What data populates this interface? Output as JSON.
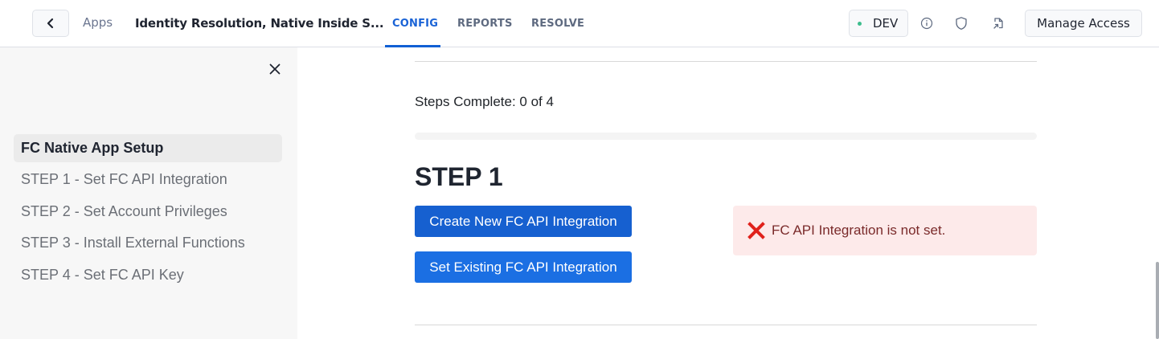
{
  "header": {
    "back_icon": "chevron-left-icon",
    "breadcrumb": {
      "apps": "Apps",
      "title": "Identity Resolution, Native Inside S..."
    },
    "tabs": [
      {
        "label": "CONFIG",
        "active": true
      },
      {
        "label": "REPORTS",
        "active": false
      },
      {
        "label": "RESOLVE",
        "active": false
      }
    ],
    "environment": {
      "label": "DEV",
      "status_color": "#3dbd8d"
    },
    "icons": [
      "info-icon",
      "shield-icon",
      "file-export-icon"
    ],
    "manage_access_label": "Manage Access"
  },
  "sidebar": {
    "close_icon": "close-icon",
    "items": [
      {
        "label": "FC Native App Setup",
        "active": true
      },
      {
        "label": "STEP 1 - Set FC API Integration",
        "active": false
      },
      {
        "label": "STEP 2 - Set Account Privileges",
        "active": false
      },
      {
        "label": "STEP 3 - Install External Functions",
        "active": false
      },
      {
        "label": "STEP 4 - Set FC API Key",
        "active": false
      }
    ]
  },
  "main": {
    "steps_complete": "Steps Complete: 0 of 4",
    "progress": {
      "completed": 0,
      "total": 4
    },
    "step_heading": "STEP 1",
    "buttons": {
      "create": {
        "label": "Create New FC API Integration",
        "color": "#1660d0"
      },
      "set_existing": {
        "label": "Set Existing FC API Integration",
        "color": "#1b6fe3"
      }
    },
    "alert": {
      "icon": "cross-mark-icon",
      "text": "FC API Integration is not set.",
      "bg": "#fdeaea"
    }
  },
  "colors": {
    "accent": "#1160d4",
    "sidebar_bg": "#f7f7f7",
    "error_text": "#7a2a2a",
    "error_icon": "#e0211b"
  }
}
